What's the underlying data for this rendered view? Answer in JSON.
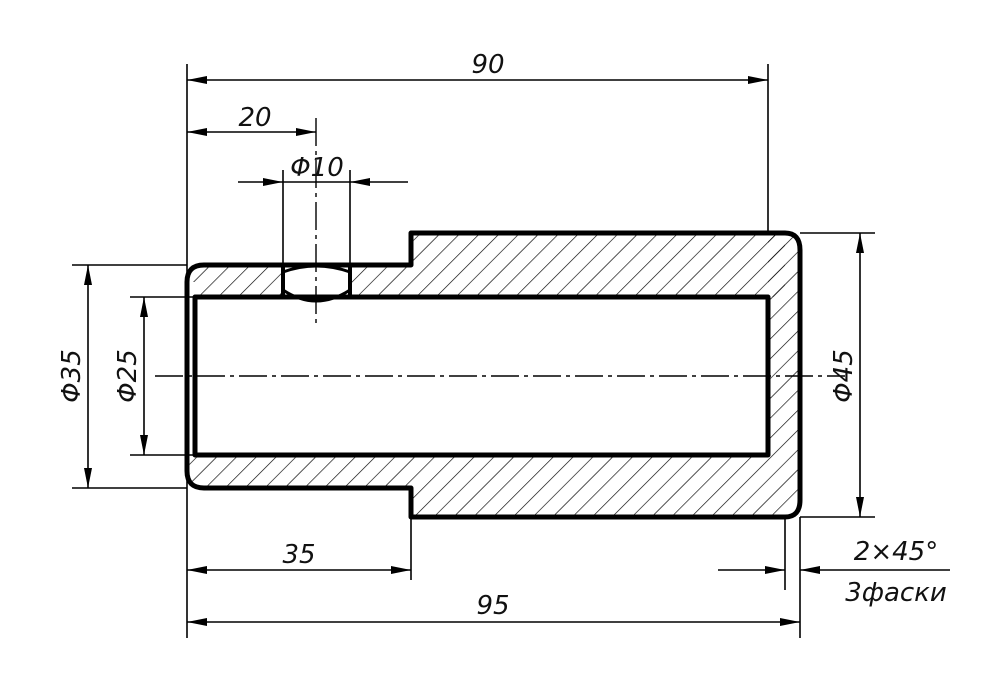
{
  "drawing": {
    "dimensions": {
      "overall_length_inner": "90",
      "overall_length_total": "95",
      "hole_position": "20",
      "hole_diameter": "Φ10",
      "step_length": "35",
      "small_outer_diameter": "Φ35",
      "bore_diameter": "Φ25",
      "large_outer_diameter": "Φ45",
      "chamfer_size": "2×45°",
      "chamfer_note": "3фаски"
    },
    "colors": {
      "line": "#000000",
      "hatch": "#000000",
      "background": "#ffffff"
    }
  }
}
